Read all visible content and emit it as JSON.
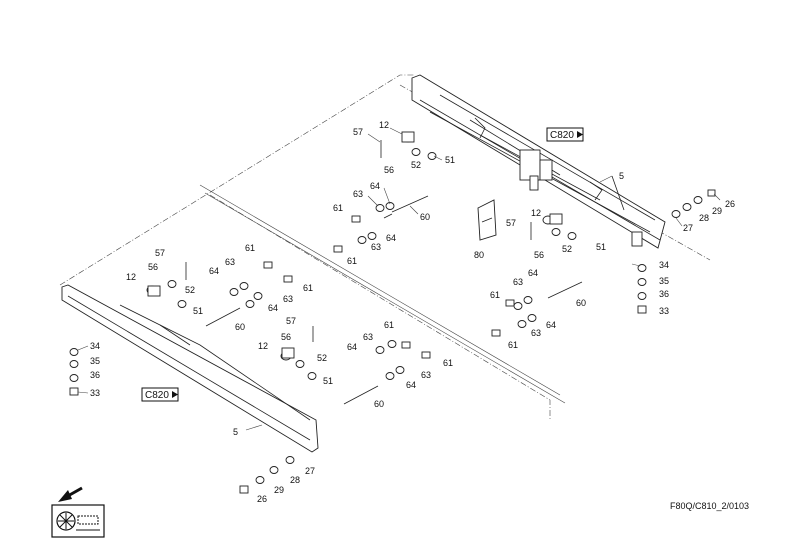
{
  "drawing_code": "F80Q/C810_2/0103",
  "references": [
    {
      "id": "ref-upper",
      "label": "C820"
    },
    {
      "id": "ref-lower",
      "label": "C820"
    }
  ],
  "callouts": [
    "57",
    "12",
    "52",
    "56",
    "51",
    "63",
    "64",
    "61",
    "60",
    "64",
    "61",
    "63",
    "5",
    "26",
    "29",
    "28",
    "27",
    "80",
    "57",
    "12",
    "56",
    "52",
    "51",
    "64",
    "63",
    "61",
    "60",
    "64",
    "61",
    "63",
    "34",
    "35",
    "36",
    "33",
    "57",
    "56",
    "12",
    "52",
    "61",
    "63",
    "64",
    "51",
    "61",
    "63",
    "64",
    "60",
    "57",
    "56",
    "12",
    "52",
    "51",
    "63",
    "61",
    "64",
    "61",
    "63",
    "64",
    "60",
    "34",
    "35",
    "36",
    "33",
    "5",
    "27",
    "28",
    "29",
    "26"
  ]
}
